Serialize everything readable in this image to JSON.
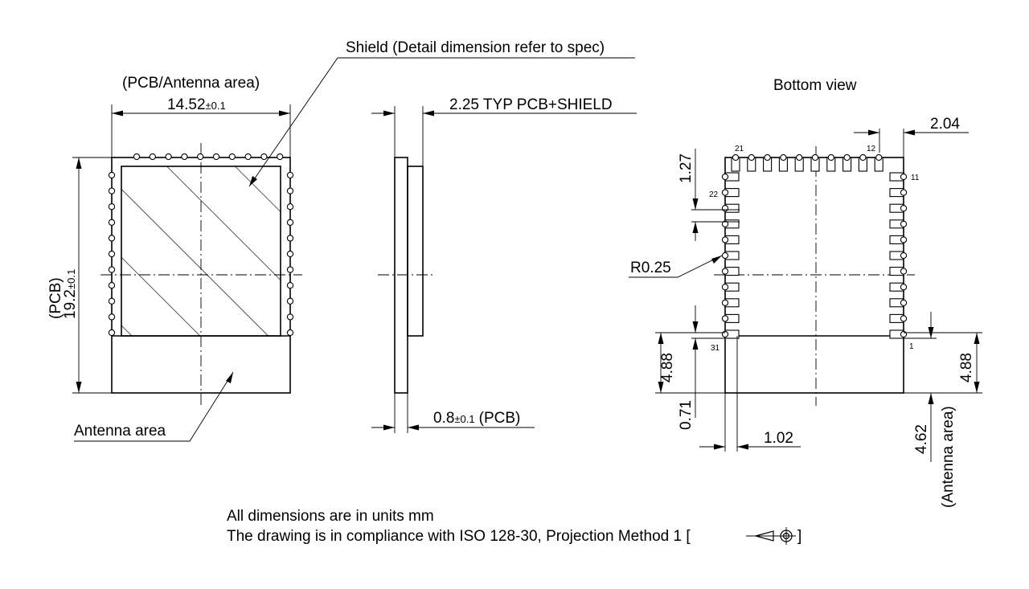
{
  "front": {
    "top_label": "(PCB/Antenna area)",
    "width_value": "14.52",
    "width_tol": "±0.1",
    "height_label": "(PCB)",
    "height_value": "19.2",
    "height_tol": "±0.1",
    "antenna_label": "Antenna area"
  },
  "shield_label": "Shield (Detail dimension refer to spec)",
  "side": {
    "thickness_label": "2.25 TYP PCB+SHIELD",
    "pcb_value": "0.8",
    "pcb_tol": "±0.1",
    "pcb_suffix": "(PCB)"
  },
  "bottom": {
    "title": "Bottom view",
    "dim_offset": "2.04",
    "dim_pitch": "1.27",
    "radius": "R0.25",
    "left_height": "4.88",
    "right_height": "4.88",
    "left_small": "0.71",
    "bottom_width": "1.02",
    "antenna_value": "4.62",
    "antenna_label": "(Antenna area)",
    "pin_21": "21",
    "pin_12": "12",
    "pin_11": "11",
    "pin_22": "22",
    "pin_31": "31",
    "pin_1": "1"
  },
  "notes": {
    "line1": "All dimensions are in units mm",
    "line2": "The drawing is in compliance with ISO 128-30, Projection Method 1 [",
    "line2_end": "]"
  }
}
